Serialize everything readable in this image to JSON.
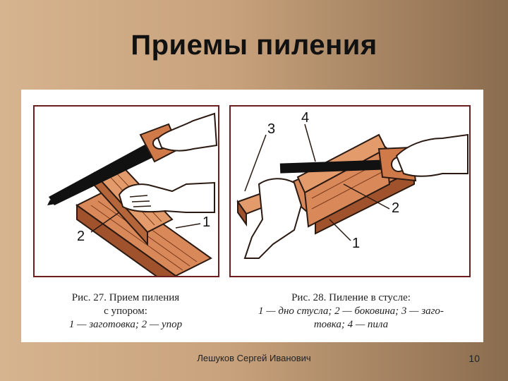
{
  "slide": {
    "title": "Приемы пиления",
    "author": "Лешуков Сергей Иванович",
    "page_number": "10"
  },
  "figure27": {
    "caption_line1": "Рис. 27. Прием пиления",
    "caption_line2": "с упором:",
    "caption_line3": "1 — заготовка; 2 — упор",
    "labels": {
      "one": "1",
      "two": "2"
    }
  },
  "figure28": {
    "caption_line1": "Рис. 28. Пиление в стусле:",
    "caption_line2": "1 — дно стусла; 2 — боковина; 3 — заго-",
    "caption_line3": "товка; 4 — пила",
    "labels": {
      "one": "1",
      "two": "2",
      "three": "3",
      "four": "4"
    }
  },
  "colors": {
    "wood": "#d9885a",
    "wood_dark": "#a0522d",
    "saw_handle": "#d07a4a",
    "saw_blade": "#111111",
    "line": "#2b1a12"
  }
}
